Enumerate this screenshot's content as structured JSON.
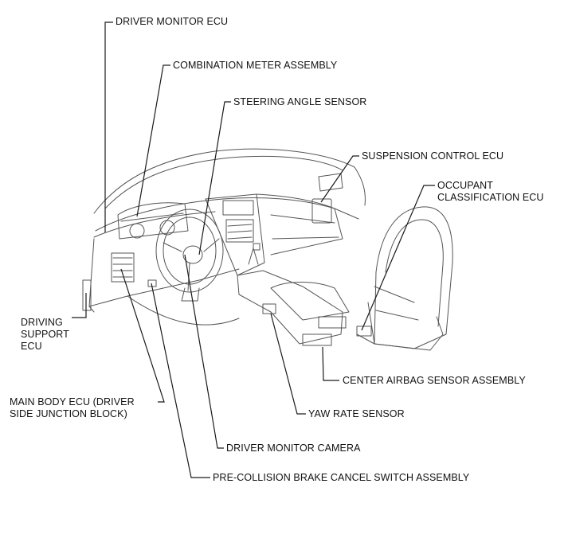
{
  "labels": {
    "driver_monitor_ecu": "DRIVER MONITOR ECU",
    "combination_meter_assembly": "COMBINATION METER ASSEMBLY",
    "steering_angle_sensor": "STEERING ANGLE SENSOR",
    "suspension_control_ecu": "SUSPENSION CONTROL ECU",
    "occupant_classification_ecu": "OCCUPANT\nCLASSIFICATION ECU",
    "driving_support_ecu": "DRIVING\nSUPPORT\nECU",
    "main_body_ecu": "MAIN BODY ECU (DRIVER\nSIDE JUNCTION BLOCK)",
    "center_airbag_sensor_assembly": "CENTER AIRBAG SENSOR ASSEMBLY",
    "yaw_rate_sensor": "YAW RATE SENSOR",
    "driver_monitor_camera": "DRIVER MONITOR CAMERA",
    "pre_collision_brake_cancel_switch_assembly": "PRE-COLLISION BRAKE CANCEL SWITCH ASSEMBLY"
  },
  "colors": {
    "line": "#1a1a1a",
    "sketch": "#555555"
  }
}
